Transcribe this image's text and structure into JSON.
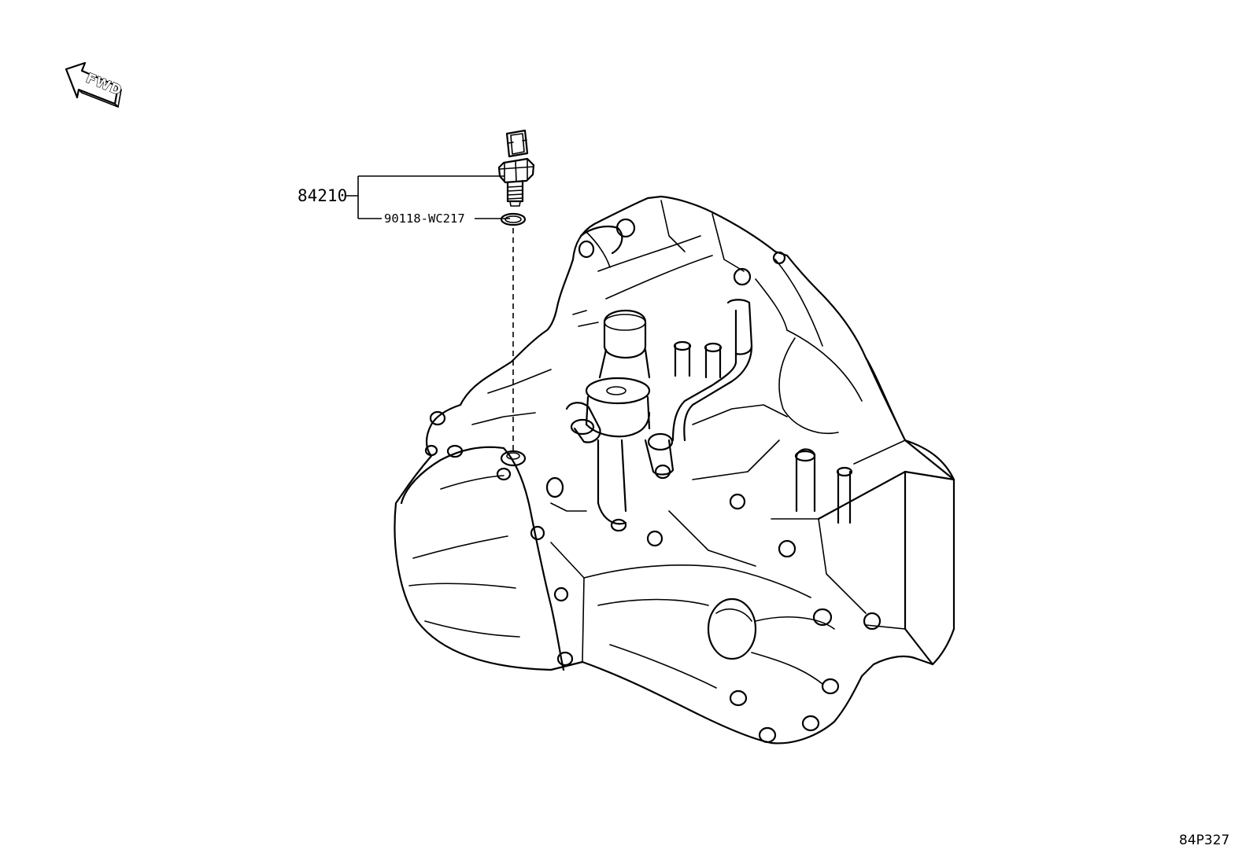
{
  "direction_marker": {
    "label": "FWD",
    "icon": "forward-arrow-icon"
  },
  "callouts": [
    {
      "part_number": "84210",
      "part": "sensor"
    },
    {
      "part_number": "90118-WC217",
      "part": "gasket"
    }
  ],
  "reference_code": "84P327",
  "colors": {
    "line": "#000000",
    "background": "#ffffff"
  }
}
